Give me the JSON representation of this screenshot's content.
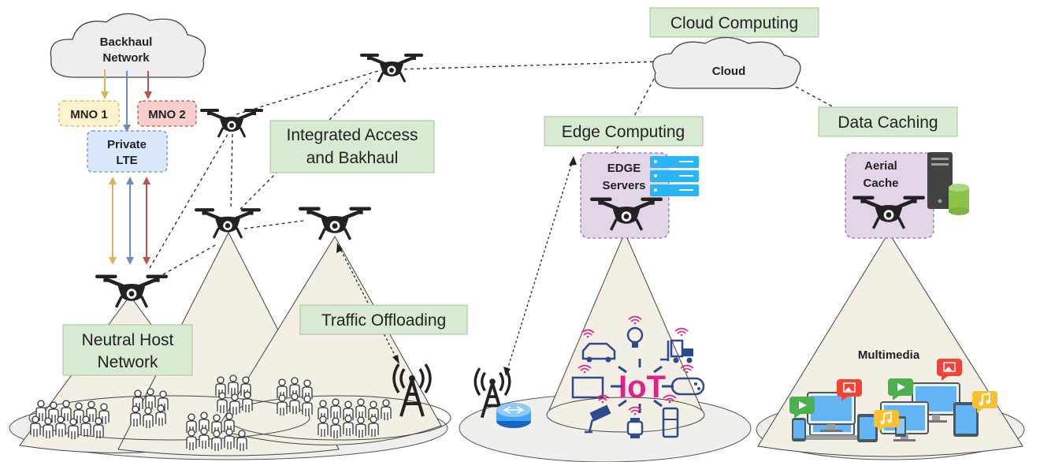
{
  "labels": {
    "cloud_computing": "Cloud Computing",
    "cloud": "Cloud",
    "backhaul_line1": "Backhaul",
    "backhaul_line2": "Network",
    "mno1": "MNO 1",
    "mno2": "MNO 2",
    "private_lte_line1": "Private",
    "private_lte_line2": "LTE",
    "iab_line1": "Integrated Access",
    "iab_line2": "and Bakhaul",
    "edge_computing": "Edge Computing",
    "data_caching": "Data Caching",
    "edge_servers_line1": "EDGE",
    "edge_servers_line2": "Servers",
    "aerial_cache_line1": "Aerial",
    "aerial_cache_line2": "Cache",
    "traffic_offloading": "Traffic Offloading",
    "neutral_host_line1": "Neutral Host",
    "neutral_host_line2": "Network",
    "iot": "IoT",
    "multimedia": "Multimedia"
  },
  "colors": {
    "label_box_fill": "#d9ead3",
    "label_box_stroke": "#9fc58f",
    "cone_fill": "#f3efe4",
    "ground_fill": "#efefec",
    "mno1_fill": "#fff2cc",
    "mno1_stroke": "#d6b656",
    "mno2_fill": "#f8cecc",
    "mno2_stroke": "#b85450",
    "lte_fill": "#dae8fc",
    "lte_stroke": "#6c8ebf",
    "purple_fill": "#e1d5e7",
    "purple_stroke": "#9673a6",
    "arrow_yellow": "#d6b656",
    "arrow_blue": "#6c8ebf",
    "arrow_red": "#b85450",
    "iot_pink": "#e0218a",
    "iot_blue": "#2e4a8f",
    "server_blue": "#29b6f6",
    "cache_green": "#8bc34a"
  },
  "icons": [
    "drone-icon",
    "cloud-icon",
    "tower-icon",
    "router-icon",
    "server-rack-icon",
    "server-tower-icon",
    "database-icon",
    "people-icon",
    "car-icon",
    "bulb-icon",
    "forklift-icon",
    "gamepad-icon",
    "monitor-icon",
    "camera-icon",
    "watch-icon",
    "fridge-icon",
    "phone-icon",
    "tablet-icon",
    "laptop-icon",
    "play-icon",
    "image-icon",
    "music-icon"
  ]
}
